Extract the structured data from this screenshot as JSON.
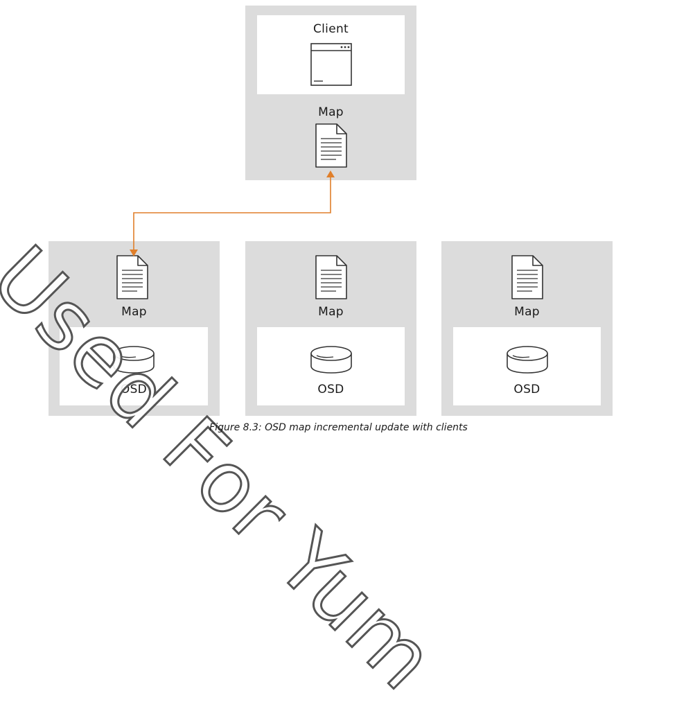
{
  "client_node": {
    "client_label": "Client",
    "map_label": "Map"
  },
  "osd_nodes": [
    {
      "map_label": "Map",
      "osd_label": "OSD"
    },
    {
      "map_label": "Map",
      "osd_label": "OSD"
    },
    {
      "map_label": "Map",
      "osd_label": "OSD"
    }
  ],
  "caption": "Figure 8.3: OSD map incremental update with clients",
  "watermark": "y Used For Yum",
  "colors": {
    "panel": "#dcdcdc",
    "inner": "#ffffff",
    "arrow": "#e07f2a",
    "stroke": "#333333"
  },
  "icons": {
    "client": "application-window-icon",
    "map": "document-icon",
    "osd": "disk-icon"
  }
}
